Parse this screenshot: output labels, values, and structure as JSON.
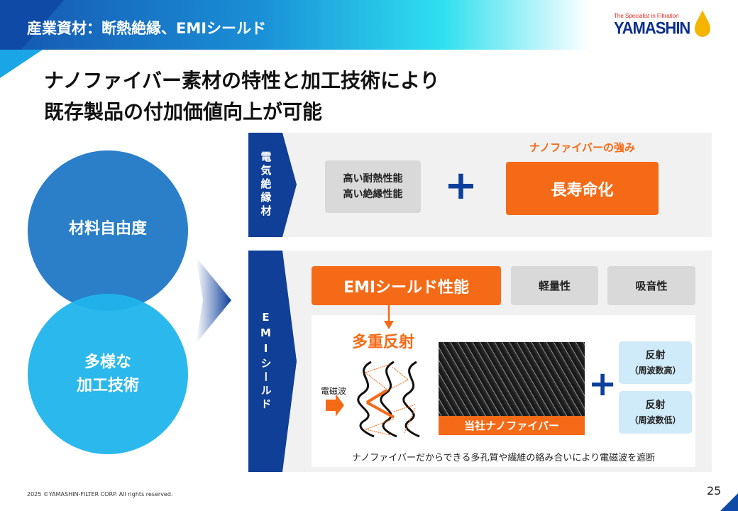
{
  "header": {
    "title": "産業資材：断熱絶縁、EMIシールド",
    "logo_tagline": "The Specialist in Filtration",
    "logo_name": "YAMASHIN"
  },
  "headline": {
    "line1": "ナノファイバー素材の特性と加工技術により",
    "line2": "既存製品の付加価値向上が可能"
  },
  "circles": {
    "top": "材料自由度",
    "bottom_line1": "多様な",
    "bottom_line2": "加工技術"
  },
  "insulation": {
    "tab": "電気絶縁材",
    "props_line1": "高い耐熱性能",
    "props_line2": "高い絶縁性能",
    "strength_label": "ナノファイバーの強み",
    "strength": "長寿命化"
  },
  "emi": {
    "tab": "EMIシールド",
    "main": "EMIシールド性能",
    "prop2": "軽量性",
    "prop3": "吸音性",
    "multi_reflection": "多重反射",
    "wave_label": "電磁波",
    "photo_label": "当社ナノファイバー",
    "reflect_high_title": "反射",
    "reflect_high_sub": "（周波数高）",
    "reflect_low_title": "反射",
    "reflect_low_sub": "（周波数低）",
    "caption": "ナノファイバーだからできる多孔質や繊維の絡み合いにより電磁波を遮断"
  },
  "footer": {
    "copyright": "2025 ©YAMASHIN-FILTER CORP. All rights reserved.",
    "page": "25"
  },
  "colors": {
    "navy": "#0d3f9c",
    "orange": "#f56a16",
    "light_blue": "#cfeaf9"
  }
}
